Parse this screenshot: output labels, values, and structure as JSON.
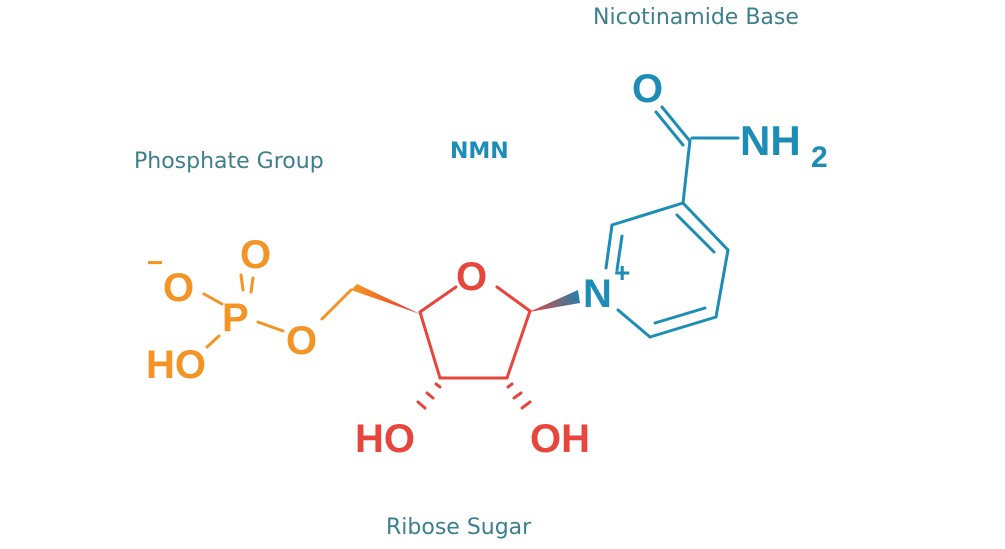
{
  "labels": {
    "nicotinamide": "Nicotinamide Base",
    "phosphate": "Phosphate Group",
    "molecule_name": "NMN",
    "ribose": "Ribose Sugar"
  },
  "atoms": {
    "carbonyl_o": "O",
    "amide_n": "NH",
    "amide_sub": "2",
    "ring_n": "N",
    "ring_n_charge": "+",
    "phosphate_o_double": "O",
    "phosphate_o_minus": "O",
    "phosphate_minus": "−",
    "phosphorus": "P",
    "phosphate_oh": "HO",
    "ester_o": "O",
    "ring_o": "O",
    "ribose_ho_left": "HO",
    "ribose_oh_right": "OH"
  },
  "colors": {
    "blue": "#1b8db7",
    "orange": "#f39425",
    "red": "#e8453c",
    "caption": "#3d7f8c"
  }
}
